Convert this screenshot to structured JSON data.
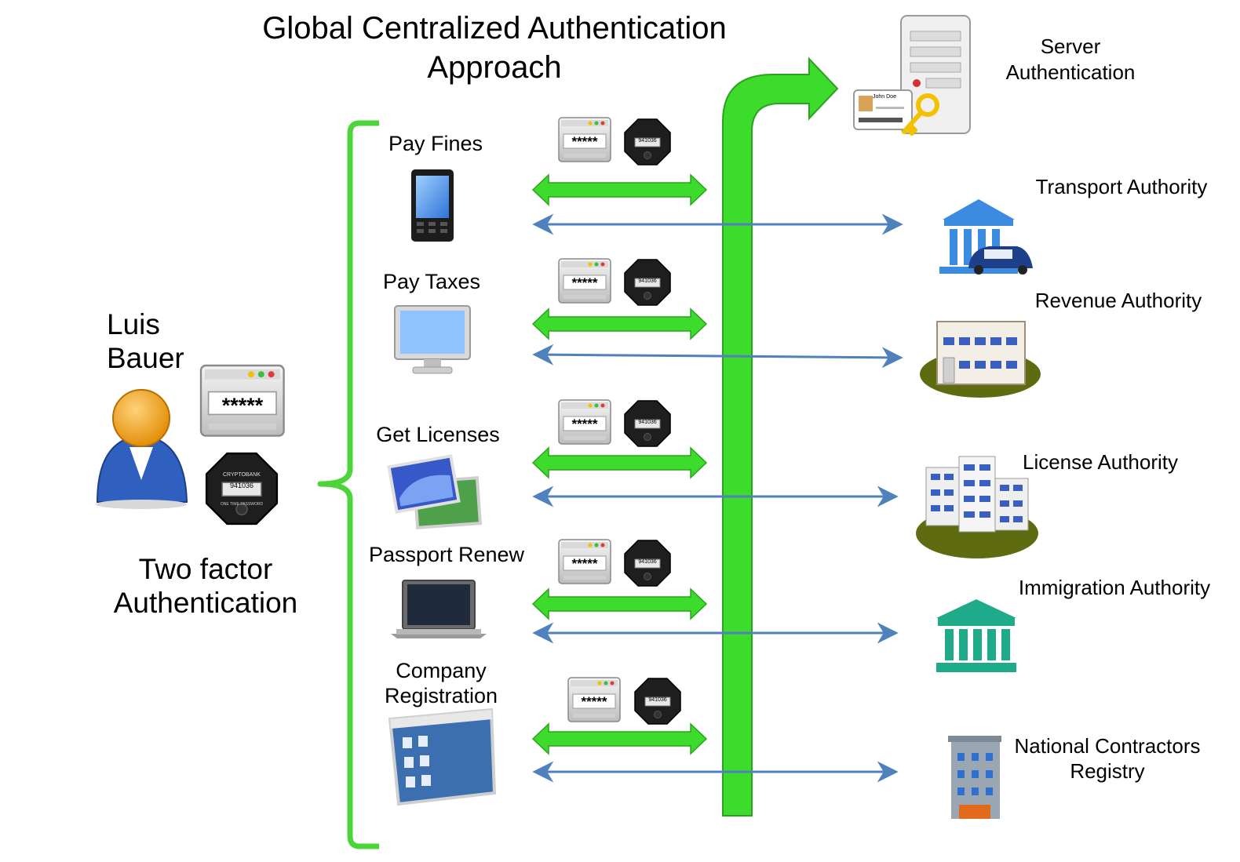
{
  "title": {
    "line1": "Global Centralized Authentication",
    "line2": "Approach"
  },
  "user": {
    "first_name": "Luis",
    "last_name": "Bauer",
    "caption_line1": "Two factor",
    "caption_line2": "Authentication",
    "password_mask": "*****",
    "token_brand": "CRYPTOBANK",
    "token_code": "941036",
    "token_footer": "ONE TIME PASSWORD"
  },
  "server": {
    "line1": "Server",
    "line2": "Authentication",
    "card_name": "John Doe"
  },
  "services": [
    {
      "label": "Pay Fines",
      "device": "phone-icon",
      "token_code": "941036"
    },
    {
      "label": "Pay Taxes",
      "device": "monitor-icon",
      "token_code": "941036"
    },
    {
      "label": "Get Licenses",
      "device": "picture-icon",
      "token_code": "941036"
    },
    {
      "label": "Passport Renew",
      "device": "laptop-icon",
      "token_code": "941036"
    },
    {
      "label_line1": "Company",
      "label_line2": "Registration",
      "device": "desktop-screen-icon",
      "token_code": "941036"
    }
  ],
  "authorities": [
    {
      "label": "Transport Authority",
      "icon": "bank-with-car-icon"
    },
    {
      "label": "Revenue Authority",
      "icon": "office-building-icon"
    },
    {
      "label": "License Authority",
      "icon": "building-complex-icon"
    },
    {
      "label": "Immigration Authority",
      "icon": "government-building-icon"
    },
    {
      "label_line1": "National Contractors",
      "label_line2": "Registry",
      "icon": "tower-building-icon"
    }
  ],
  "colors": {
    "bus": "#3ddc2c",
    "bus_stroke": "#2aa31e",
    "link": "#4f81bd",
    "bracket": "#4cd43a"
  }
}
